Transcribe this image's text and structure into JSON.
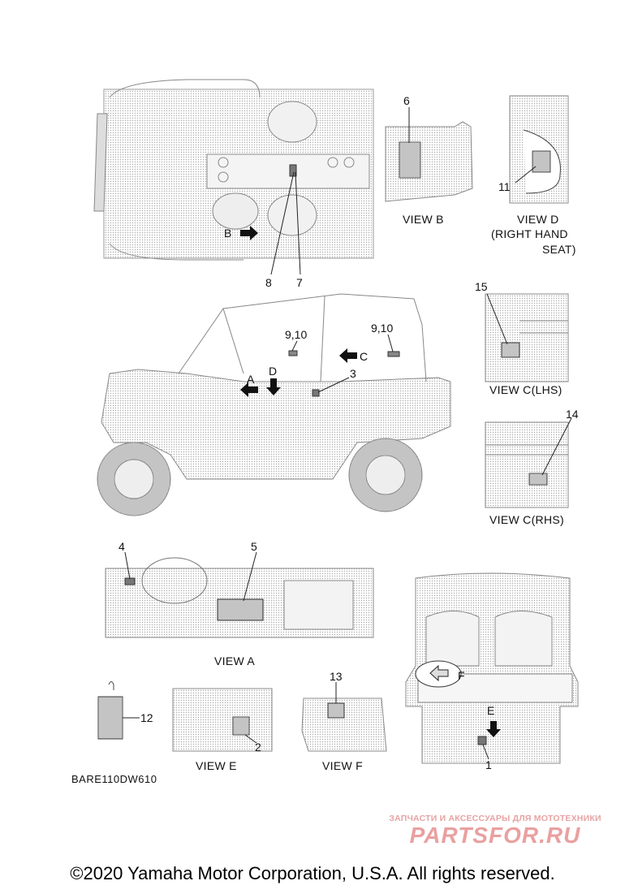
{
  "diagram": {
    "views": {
      "view_a": "VIEW A",
      "view_b": "VIEW B",
      "view_d_line1": "VIEW D",
      "view_d_line2": "(RIGHT HAND",
      "view_d_line3": "SEAT)",
      "view_c_lhs": "VIEW C(LHS)",
      "view_c_rhs": "VIEW C(RHS)",
      "view_e": "VIEW E",
      "view_f": "VIEW F"
    },
    "arrows": {
      "a": "A",
      "b": "B",
      "c": "C",
      "d": "D",
      "e": "E",
      "f": "F"
    },
    "callouts": {
      "n1": "1",
      "n2": "2",
      "n3": "3",
      "n4": "4",
      "n5": "5",
      "n6": "6",
      "n7": "7",
      "n8": "8",
      "n910_left": "9,10",
      "n910_right": "9,10",
      "n11": "11",
      "n12": "12",
      "n13": "13",
      "n14": "14",
      "n15": "15"
    },
    "part_code": "BARE110DW610"
  },
  "watermark": {
    "top_text": "ЗАПЧАСТИ И АКСЕССУАРЫ ДЛЯ МОТОТЕХНИКИ",
    "logo_text": "PARTSFOR.RU"
  },
  "footer": {
    "copyright": "©2020 Yamaha Motor Corporation, U.S.A. All rights reserved."
  }
}
